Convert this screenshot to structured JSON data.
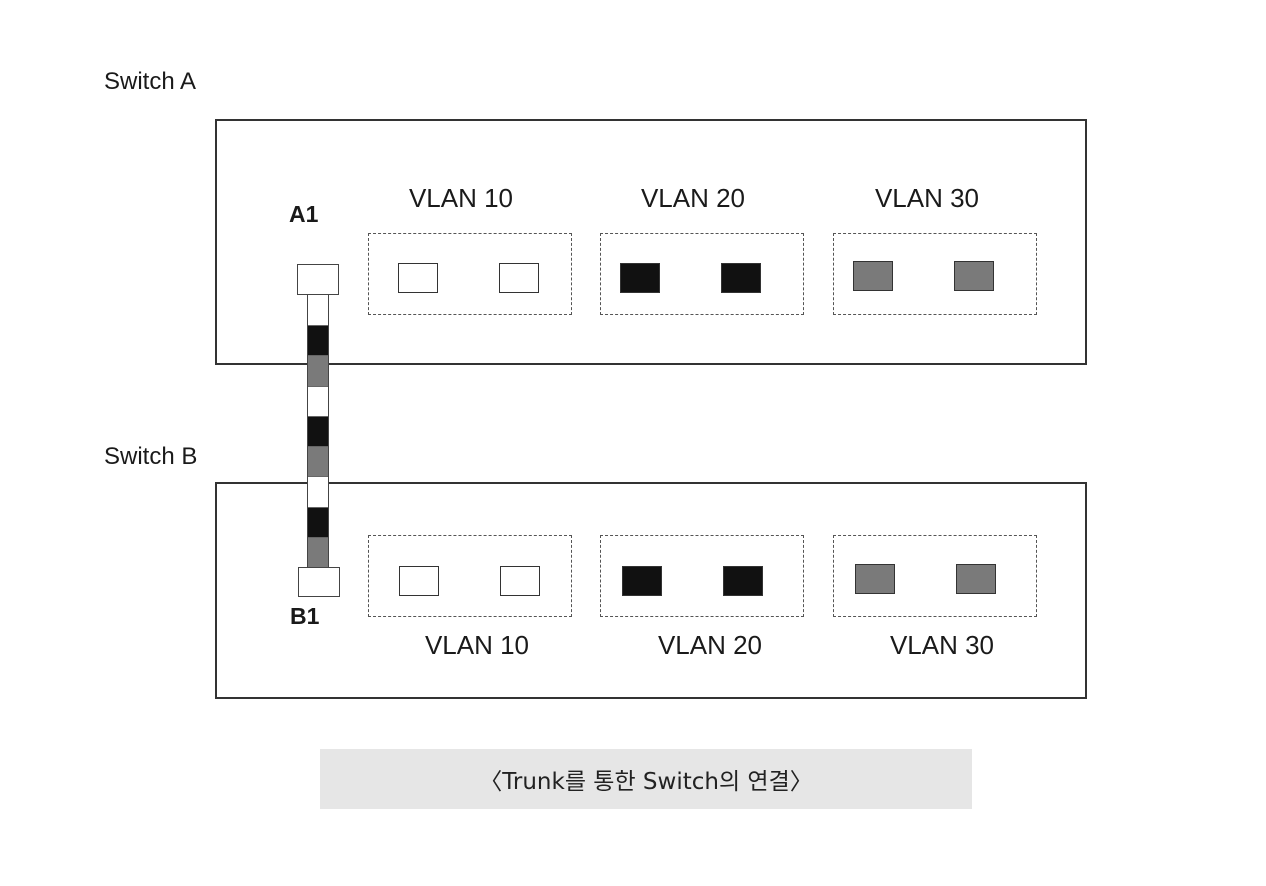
{
  "colors": {
    "vlan10": "#ffffff",
    "vlan20": "#111111",
    "vlan30": "#7a7a7a"
  },
  "switch_a": {
    "label": "Switch A",
    "trunk_port_label": "A1",
    "vlans": [
      {
        "name": "VLAN 10",
        "color_key": "vlan10"
      },
      {
        "name": "VLAN 20",
        "color_key": "vlan20"
      },
      {
        "name": "VLAN 30",
        "color_key": "vlan30"
      }
    ]
  },
  "switch_b": {
    "label": "Switch B",
    "trunk_port_label": "B1",
    "vlans": [
      {
        "name": "VLAN 10",
        "color_key": "vlan10"
      },
      {
        "name": "VLAN 20",
        "color_key": "vlan20"
      },
      {
        "name": "VLAN 30",
        "color_key": "vlan30"
      }
    ]
  },
  "trunk_segments": [
    "vlan10",
    "vlan20",
    "vlan30",
    "vlan10",
    "vlan20",
    "vlan30",
    "vlan10",
    "vlan20",
    "vlan30"
  ],
  "caption": "〈Trunk를 통한 Switch의 연결〉"
}
